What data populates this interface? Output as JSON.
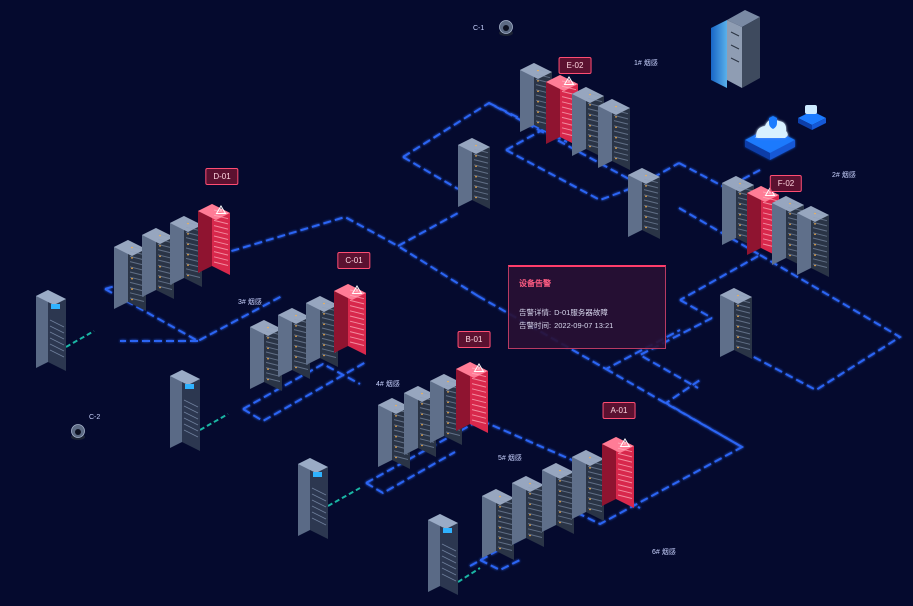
{
  "alert": {
    "title": "设备告警",
    "detail_label": "告警详情:",
    "detail_value": "D-01服务器故障",
    "time_label": "告警时间:",
    "time_value": "2022-09-07 13:21"
  },
  "rack_groups": [
    {
      "label": "D-01",
      "alarm": true
    },
    {
      "label": "C-01",
      "alarm": true
    },
    {
      "label": "B-01",
      "alarm": true
    },
    {
      "label": "A-01",
      "alarm": true
    },
    {
      "label": "E-02",
      "alarm": true
    },
    {
      "label": "F-02",
      "alarm": true
    }
  ],
  "smoke_sensors": [
    "1# 烟感",
    "2# 烟感",
    "3# 烟感",
    "4# 烟感",
    "5# 烟感",
    "6# 烟感"
  ],
  "cameras": [
    "C-1",
    "C-2"
  ],
  "icons": {
    "camera": "camera-icon",
    "warning": "warning-icon",
    "cloud_security": "cloud-security-icon",
    "router": "router-icon",
    "electrical_cabinet": "electrical-cabinet-icon",
    "air_conditioner": "precision-ac-icon"
  },
  "colors": {
    "background": "#050a2e",
    "network_line": "#2f6bff",
    "alarm": "#ff3d6b",
    "rack_body": "#2a3446",
    "cooling_pipe": "#1fd3b8"
  }
}
